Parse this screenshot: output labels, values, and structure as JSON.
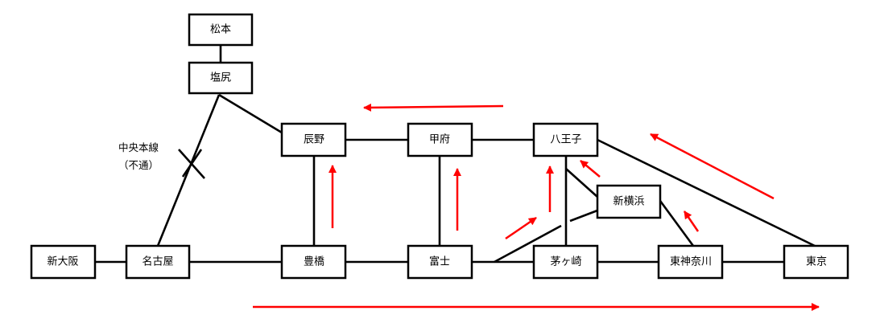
{
  "stations": {
    "matsumoto": "松本",
    "shiojiri": "塩尻",
    "tatsuno": "辰野",
    "kofu": "甲府",
    "hachioji": "八王子",
    "shin_yokohama": "新横浜",
    "shin_osaka": "新大阪",
    "nagoya": "名古屋",
    "toyohashi": "豊橋",
    "fuji": "富士",
    "chigasaki": "茅ヶ崎",
    "higashi_kanagawa": "東神奈川",
    "tokyo": "東京"
  },
  "annotation": {
    "line_name": "中央本線",
    "status": "（不通）"
  },
  "colors": {
    "track": "#000000",
    "arrow": "#ff0000",
    "node_border": "#000000",
    "background": "#ffffff"
  }
}
